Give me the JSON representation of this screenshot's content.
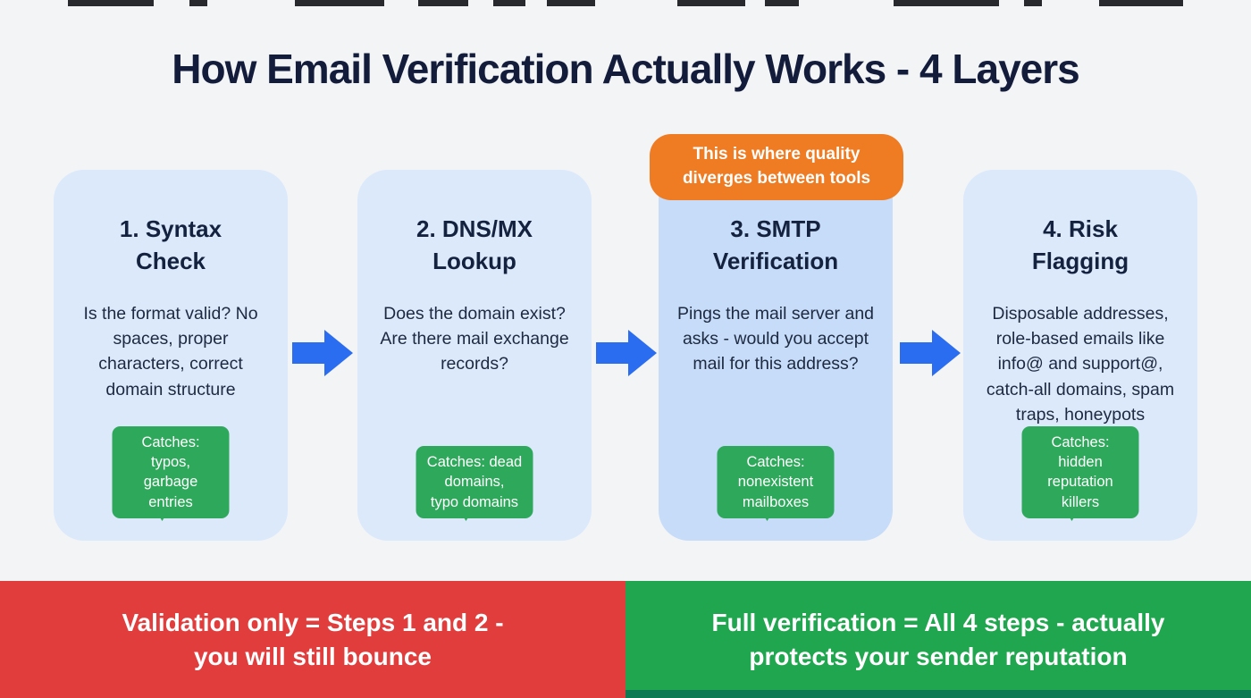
{
  "title": "How Email Verification Actually Works - 4 Layers",
  "callout": {
    "text": "This is where quality\ndiverges between tools"
  },
  "steps": [
    {
      "heading": "1. Syntax\nCheck",
      "body": "Is the format valid? No spaces, proper characters, correct domain structure",
      "badge": "Catches: typos,\ngarbage entries"
    },
    {
      "heading": "2. DNS/MX\nLookup",
      "body": "Does the domain exist? Are there mail exchange records?",
      "badge": "Catches: dead domains,\ntypo domains"
    },
    {
      "heading": "3. SMTP\nVerification",
      "body": "Pings the mail server and asks - would you accept mail for this address?",
      "badge": "Catches: nonexistent\nmailboxes",
      "highlighted": true
    },
    {
      "heading": "4. Risk\nFlagging",
      "body": "Disposable addresses, role-based emails like info@ and support@, catch-all domains, spam traps, honeypots",
      "badge": "Catches: hidden\nreputation killers"
    }
  ],
  "footer": {
    "left": "Validation only = Steps 1 and 2 -\nyou will still bounce",
    "right": "Full verification = All 4 steps - actually\nprotects your sender reputation"
  },
  "colors": {
    "background": "#f3f4f6",
    "title": "#131d3b",
    "card": "#dce9fb",
    "card-highlight": "#c6dcf8",
    "heading": "#14223f",
    "body-text": "#1d2940",
    "arrow": "#2a6df0",
    "badge": "#2ea85a",
    "badge-text": "#ffffff",
    "callout": "#ef7b22",
    "footer-red": "#e23d3d",
    "footer-green": "#1fa64e",
    "footer-green-dark": "#0c7a52"
  }
}
